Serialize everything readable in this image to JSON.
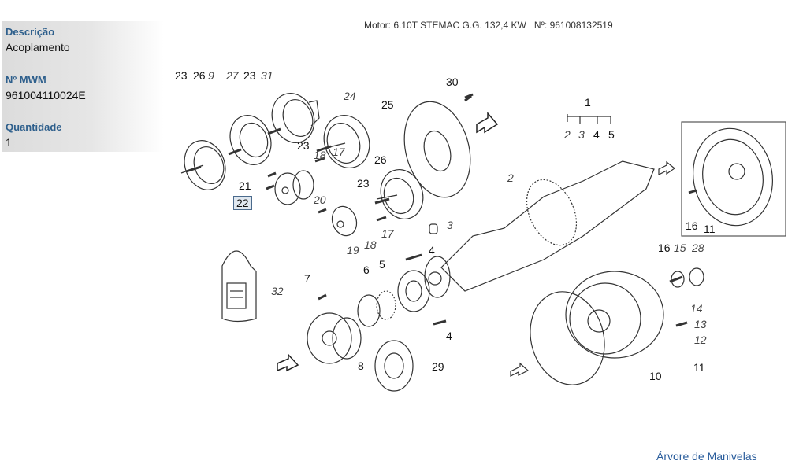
{
  "info": {
    "description_label": "Descrição",
    "description_value": "Acoplamento",
    "mwm_label": "Nº MWM",
    "mwm_value": "961004110024E",
    "quantity_label": "Quantidade",
    "quantity_value": "1"
  },
  "header": {
    "title": "Motor: 6.10T STEMAC G.G. 132,4 KW   Nº: 961008132519"
  },
  "diagram": {
    "labels": [
      "23",
      "26",
      "9",
      "27",
      "23",
      "31",
      "24",
      "30",
      "25",
      "1",
      "2",
      "3",
      "4",
      "5",
      "23",
      "18",
      "17",
      "26",
      "21",
      "22",
      "23",
      "2",
      "20",
      "3",
      "19",
      "18",
      "17",
      "16",
      "11",
      "4",
      "5",
      "6",
      "16",
      "15",
      "28",
      "7",
      "32",
      "14",
      "13",
      "12",
      "4",
      "8",
      "29",
      "10",
      "11"
    ],
    "selected_label": "22"
  },
  "footer": {
    "link": "Árvore de Manivelas"
  },
  "colors": {
    "label_blue": "#2e5f8c",
    "link_blue": "#2a5d9c"
  }
}
